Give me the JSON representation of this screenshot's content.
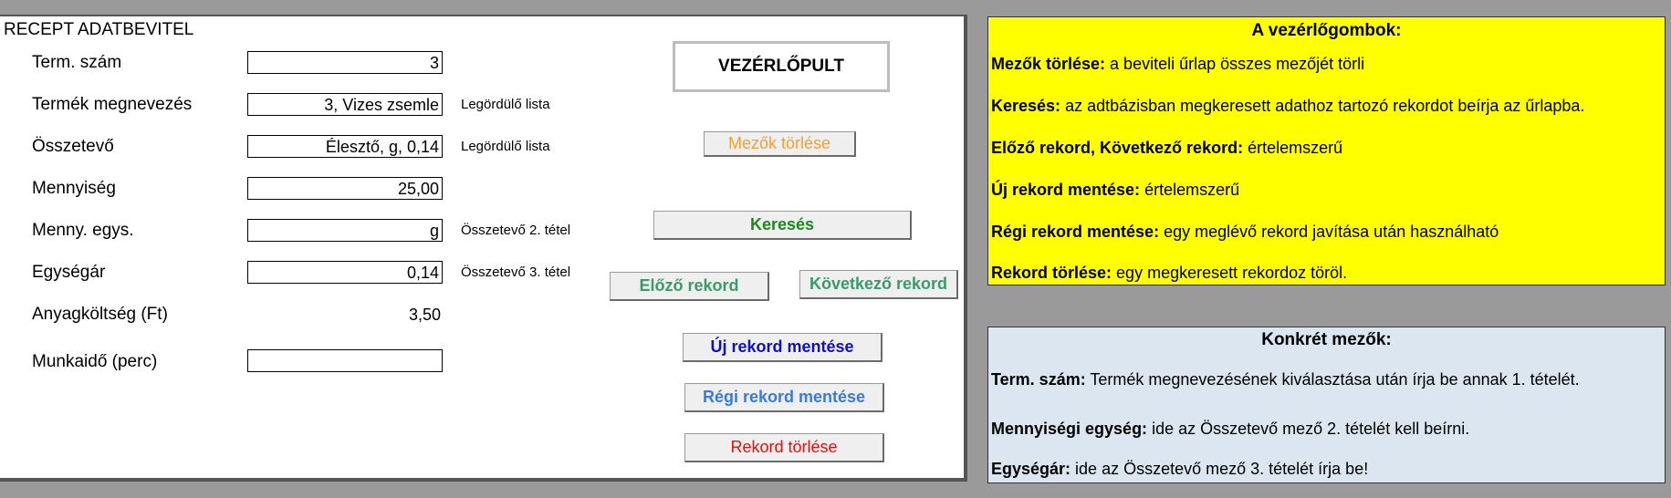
{
  "form": {
    "title": "RECEPT ADATBEVITEL",
    "rows": [
      {
        "label": "Term. szám",
        "value": "3",
        "hint": ""
      },
      {
        "label": "Termék megnevezés",
        "value": "3, Vizes zsemle",
        "hint": "Legördülő lista"
      },
      {
        "label": "Összetevő",
        "value": "Élesztő, g, 0,14",
        "hint": "Legördülő lista"
      },
      {
        "label": "Mennyiség",
        "value": "25,00",
        "hint": ""
      },
      {
        "label": "Menny. egys.",
        "value": "g",
        "hint": "Összetevő 2. tétel"
      },
      {
        "label": "Egységár",
        "value": "0,14",
        "hint": "Összetevő 3. tétel"
      },
      {
        "label": "Anyagköltség (Ft)",
        "value": "3,50",
        "hint": ""
      },
      {
        "label": "Munkaidő (perc)",
        "value": "",
        "hint": ""
      }
    ]
  },
  "control": {
    "title": "VEZÉRLŐPULT",
    "buttons": {
      "clear": {
        "label": "Mezők törlése",
        "color": "#f0a030"
      },
      "search": {
        "label": "Keresés",
        "color": "#1a8a1a"
      },
      "prev": {
        "label": "Előző rekord",
        "color": "#3a9a6a"
      },
      "next": {
        "label": "Következő rekord",
        "color": "#3a9a6a"
      },
      "new_save": {
        "label": "Új rekord mentése",
        "color": "#1010c0"
      },
      "old_save": {
        "label": "Régi rekord mentése",
        "color": "#3a7adc"
      },
      "delete": {
        "label": "Rekord törlése",
        "color": "#e01010"
      }
    }
  },
  "info_buttons": {
    "title": "A vezérlőgombok:",
    "lines": [
      {
        "term": "Mezők törlése:",
        "text": " a beviteli űrlap összes mezőjét törli"
      },
      {
        "term": "Keresés:",
        "text": " az adtbázisban megkeresett adathoz tartozó rekordot beírja az űrlapba."
      },
      {
        "term": "Előző rekord, Következő rekord:",
        "text": " értelemszerű"
      },
      {
        "term": "Új rekord mentése:",
        "text": " értelemszerű"
      },
      {
        "term": "Régi rekord mentése:",
        "text": " egy meglévő rekord javítása után használható"
      },
      {
        "term": "Rekord törlése:",
        "text": " egy megkeresett rekordoz töröl."
      }
    ]
  },
  "info_fields": {
    "title": "Konkrét mezők:",
    "lines": [
      {
        "term": "Term. szám:",
        "text": " Termék megnevezésének kiválasztása után írja be annak 1. tételét."
      },
      {
        "term": "Mennyiségi egység:",
        "text": " ide az Összetevő mező 2. tételét kell beírni."
      },
      {
        "term": "Egységár:",
        "text": " ide az Összetevő mező 3. tételét írja be!"
      }
    ]
  }
}
